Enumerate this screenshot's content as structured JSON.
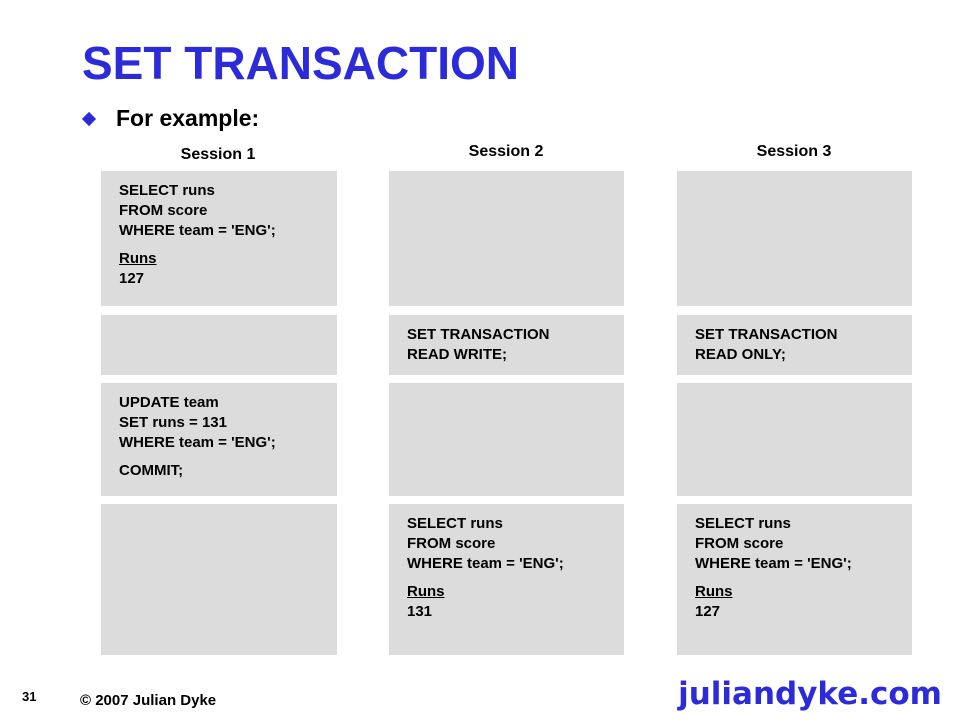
{
  "slide": {
    "title": "SET TRANSACTION",
    "bullet": "For example:",
    "page_number": "31",
    "copyright": "© 2007 Julian Dyke",
    "brand": "juliandyke.com",
    "colors": {
      "title": "#2b2bd9",
      "box": "#dcdcdc",
      "brand": "#2b2bd9"
    }
  },
  "sessions": [
    {
      "label": "Session 1"
    },
    {
      "label": "Session 2"
    },
    {
      "label": "Session 3"
    }
  ],
  "boxes": {
    "s1_r1": {
      "lines": [
        "SELECT runs",
        "FROM score",
        "WHERE team = 'ENG';"
      ],
      "result_header": "Runs",
      "result_value": "127"
    },
    "s2_r2": {
      "lines": [
        "SET TRANSACTION",
        "READ WRITE;"
      ]
    },
    "s3_r2": {
      "lines": [
        "SET TRANSACTION",
        "READ ONLY;"
      ]
    },
    "s1_r3": {
      "lines": [
        "UPDATE team",
        "SET runs = 131",
        "WHERE team = 'ENG';"
      ],
      "extra": "COMMIT;"
    },
    "s2_r4": {
      "lines": [
        "SELECT runs",
        "FROM score",
        "WHERE team = 'ENG';"
      ],
      "result_header": "Runs",
      "result_value": "131"
    },
    "s3_r4": {
      "lines": [
        "SELECT runs",
        "FROM score",
        "WHERE team = 'ENG';"
      ],
      "result_header": "Runs",
      "result_value": "127"
    }
  }
}
